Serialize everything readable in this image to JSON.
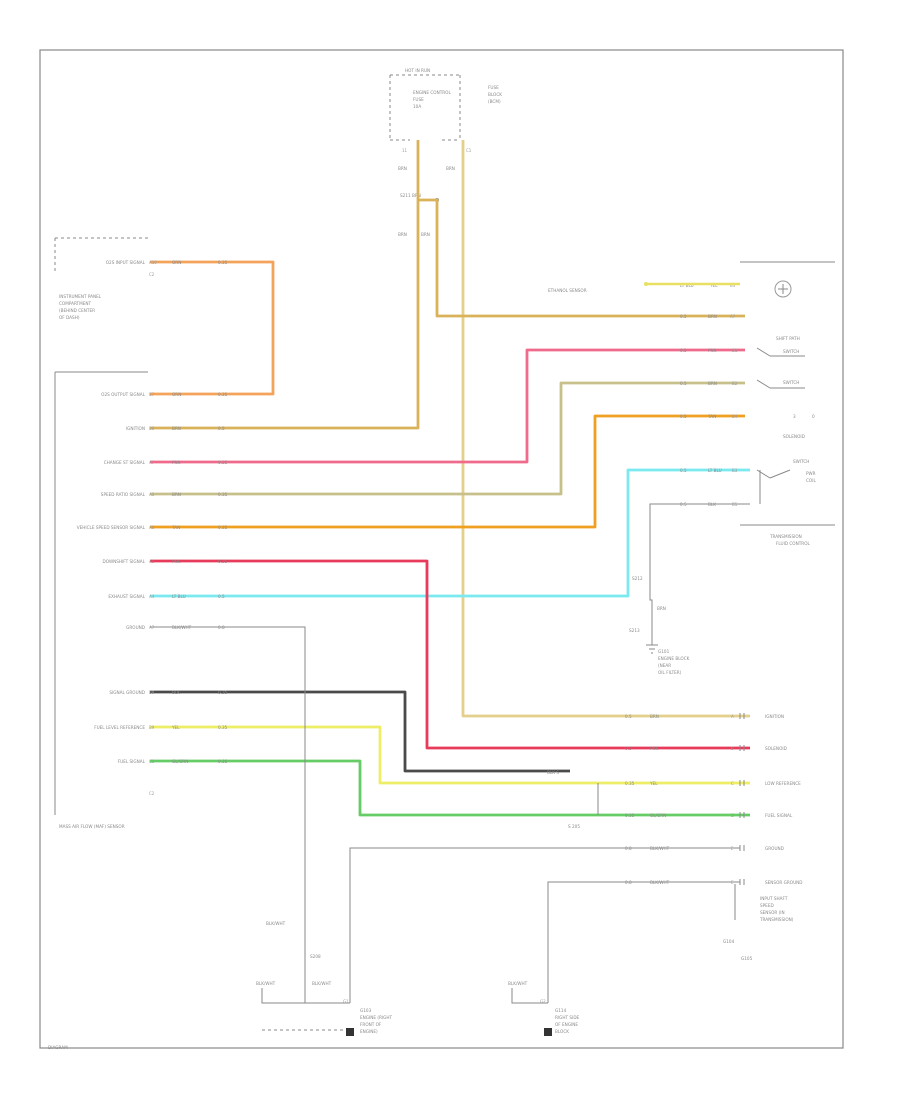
{
  "colors": {
    "orange": "#f4a45a",
    "tan": "#d9b25a",
    "yellow_tan": "#e4d08a",
    "pink": "#f06a8c",
    "olive": "#c8c08a",
    "bright_orange": "#f0a020",
    "cyan": "#7aeaf0",
    "red": "#e83a5a",
    "gray": "#5a5a5a",
    "black": "#333333",
    "yellow": "#eeee66",
    "green": "#66cc66"
  },
  "footer_code": "DIAGRAM",
  "top": {
    "hot_label": "HOT IN RUN",
    "fuse_line1": "FUSE",
    "fuse_line2": "BLOCK",
    "fuse_line3": "(BCM)",
    "block_line1": "ENGINE CONTROL",
    "block_line2": "FUSE",
    "block_line3": "10A",
    "pin_left": "11",
    "pin_right": "C1",
    "wire_left": "BRN",
    "wire_right": "BRN",
    "splice": "S211 BRN",
    "lower_left": "BRN",
    "lower_right": "BRN"
  },
  "left_connector": {
    "title_lines": [
      "INSTRUMENT PANEL",
      "COMPARTMENT",
      "(BEHIND CENTER",
      "OF DASH)"
    ],
    "bottom_label": "MASS AIR FLOW (MAF) SENSOR",
    "note_pin": "C2",
    "rows": [
      {
        "label": "O2S INPUT SIGNAL",
        "pin": "A10",
        "wire": "ORN",
        "gauge": "0.35"
      },
      {
        "label": "O2S OUTPUT SIGNAL",
        "pin": "B7",
        "wire": "ORN",
        "gauge": "0.35"
      },
      {
        "label": "IGNITION",
        "pin": "B6",
        "wire": "BRN",
        "gauge": "0.5"
      },
      {
        "label": "CHANGE ST SIGNAL",
        "pin": "A7",
        "wire": "PNK",
        "gauge": "0.35"
      },
      {
        "label": "SPEED RATIO SIGNAL",
        "pin": "A5",
        "wire": "BRN",
        "gauge": "0.35"
      },
      {
        "label": "VEHICLE SPEED SENSOR SIGNAL",
        "pin": "A8",
        "wire": "TAN",
        "gauge": "0.35"
      },
      {
        "label": "DOWNSHIFT SIGNAL",
        "pin": "A1",
        "wire": "PNK",
        "gauge": "0.35"
      },
      {
        "label": "EXHAUST SIGNAL",
        "pin": "A4",
        "wire": "LT BLU",
        "gauge": "0.5"
      },
      {
        "label": "GROUND",
        "pin": "A7",
        "wire": "BLK/WHT",
        "gauge": "0.8"
      },
      {
        "label": "SIGNAL GROUND",
        "pin": "B8",
        "wire": "BLK",
        "gauge": "0.35"
      },
      {
        "label": "FUEL LEVEL REFERENCE",
        "pin": "B9",
        "wire": "YEL",
        "gauge": "0.35"
      },
      {
        "label": "FUEL SIGNAL",
        "pin": "C1",
        "wire": "GL/GRN",
        "gauge": "0.35"
      }
    ]
  },
  "right_top": {
    "sensor_label": "ETHANOL SENSOR",
    "sensor_wire": "LT BLU",
    "sensor_wire2": "YEL",
    "sensor_pin": "B3",
    "tan_row": {
      "gauge": "0.5",
      "wire": "BRN",
      "pin": "A7"
    },
    "switch1_title": "SHIFT PATH",
    "switch1_line2": "SWITCH",
    "switch2_line": "SWITCH",
    "sw_note": "3",
    "sw_note2": "0",
    "sw_row3": "SOLENOID",
    "switch3_title": "SWITCH",
    "switch3_line2": "PWR",
    "switch3_line3": "COIL",
    "rows": [
      {
        "gauge": "0.5",
        "wire": "PNK",
        "pin": "B1"
      },
      {
        "gauge": "0.5",
        "wire": "BRN",
        "pin": "B2"
      },
      {
        "gauge": "0.5",
        "wire": "TAN",
        "pin": "B4"
      },
      {
        "gauge": "0.5",
        "wire": "LT BLU",
        "pin": "B3"
      },
      {
        "gauge": "0.5",
        "wire": "BLK",
        "pin": "B5"
      }
    ],
    "module_label1": "TRANSMISSION",
    "module_label2": "FLUID CONTROL"
  },
  "right_mid": {
    "splice1": "S212",
    "splice2": "BRN",
    "splice3": "S213",
    "ground_lines": [
      "G101",
      "ENGINE BLOCK",
      "(NEAR",
      "OIL FILTER)"
    ]
  },
  "right_bottom": {
    "rows": [
      {
        "gauge": "0.5",
        "wire": "BRN",
        "pin": "A",
        "label": "IGNITION"
      },
      {
        "gauge": "0.5",
        "wire": "PNK",
        "pin": "B",
        "label": "SOLENOID"
      },
      {
        "gauge": "0.35",
        "wire": "YEL",
        "pin": "C",
        "label": "LOW REFERENCE"
      },
      {
        "gauge": "0.35",
        "wire": "GL/GRN",
        "pin": "D",
        "label": "FUEL SIGNAL"
      },
      {
        "gauge": "0.8",
        "wire": "BLK/WHT",
        "pin": "E",
        "label": "GROUND"
      },
      {
        "gauge": "0.8",
        "wire": "BLK/WHT",
        "pin": "E",
        "label": "SENSOR GROUND"
      }
    ],
    "black_tag": "BLK S",
    "grn_note": "S 205",
    "sensor_lines": [
      "INPUT SHAFT",
      "SPEED",
      "SENSOR (IN",
      "TRANSMISSION)"
    ],
    "ground1": "G104",
    "ground2": "G105"
  },
  "bottom": {
    "left_wire": "BLK/WHT",
    "left_splice": "S208",
    "left_wire2": "BLK/WHT",
    "left_wire3": "BLK/WHT",
    "left_g": "G1",
    "left_ground_lines": [
      "G103",
      "ENGINE (RIGHT",
      "FRONT OF",
      "ENGINE)"
    ],
    "right_wire": "BLK/WHT",
    "right_g": "G2",
    "right_ground_lines": [
      "G114",
      "RIGHT SIDE",
      "OF ENGINE",
      "BLOCK"
    ]
  }
}
